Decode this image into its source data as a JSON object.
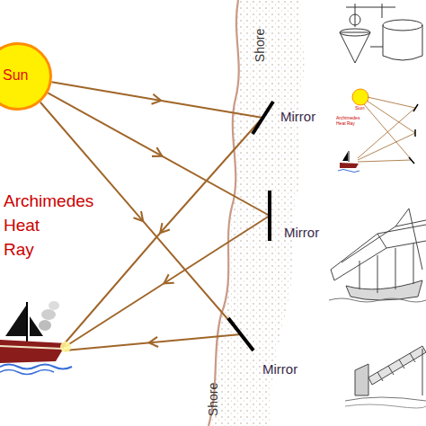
{
  "diagram": {
    "nodes": [
      {
        "text": [
          "Sun"
        ]
      },
      {
        "text": [
          "Mirror"
        ]
      },
      {
        "text": [
          "Mirror"
        ]
      },
      {
        "text": [
          "Mirror"
        ]
      }
    ],
    "edges": [
      {
        "from": 0,
        "to": 1,
        "arrow": "to"
      },
      {
        "from": 0,
        "to": 2,
        "arrow": "to"
      },
      {
        "from": 0,
        "to": 3,
        "arrow": "to"
      }
    ],
    "labels": [
      "Shore",
      "Archimedes Heat Ray",
      "Shore",
      "Sun",
      "Archimedes Heat Ray"
    ]
  }
}
